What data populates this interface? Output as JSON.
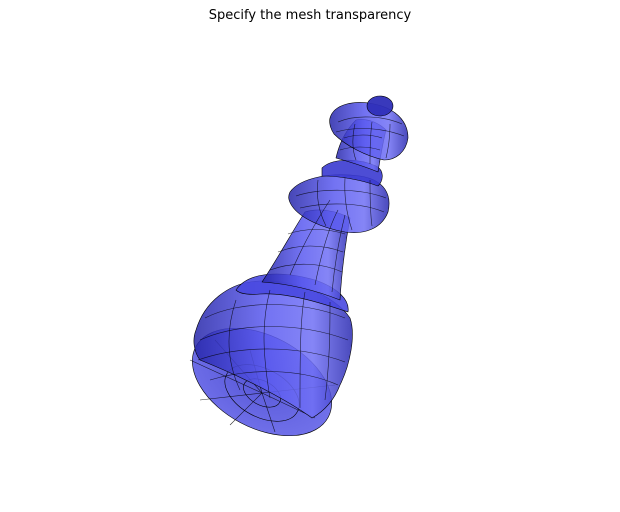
{
  "figure": {
    "title": "Specify the mesh transparency"
  },
  "mesh": {
    "object": "chess king piece",
    "face_color": "#4646e6",
    "face_color_light": "#7c7cf5",
    "face_color_dark": "#20209a",
    "edge_color": "#000000",
    "face_alpha": 0.8
  }
}
